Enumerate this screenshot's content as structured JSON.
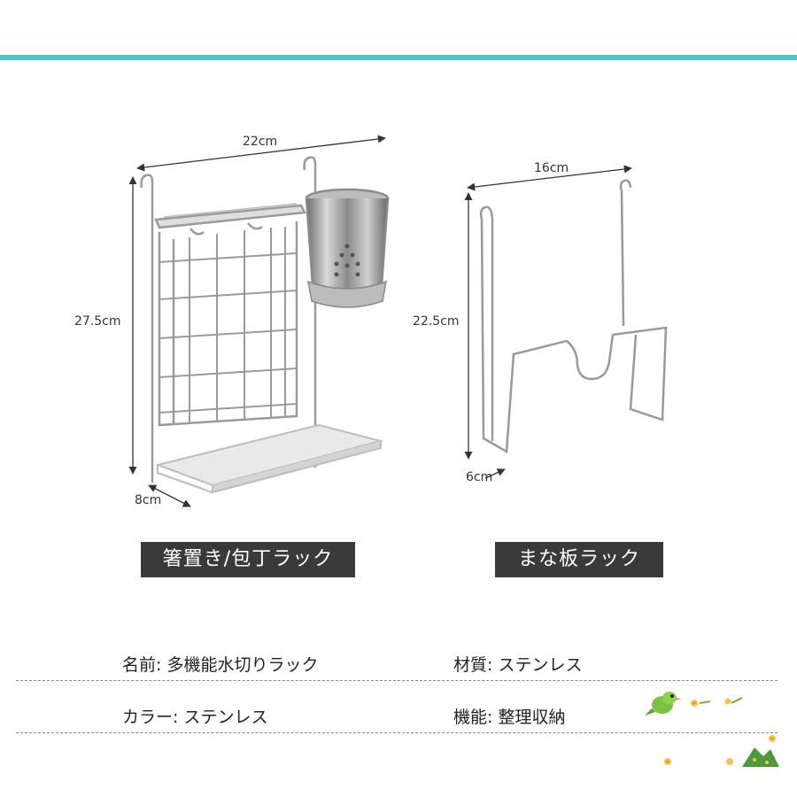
{
  "colors": {
    "accent_bar": "#4fc1cc",
    "label_bg": "#3a3a3a",
    "metal": "#9a9a9a"
  },
  "left_product": {
    "width": "22cm",
    "height": "27.5cm",
    "depth": "8cm",
    "label": "箸置き/包丁ラック"
  },
  "right_product": {
    "width": "16cm",
    "height": "22.5cm",
    "depth": "6cm",
    "label": "まな板ラック"
  },
  "specs": {
    "name": "名前: 多機能水切りラック",
    "material": "材質: ステンレス",
    "color": "カラー: ステンレス",
    "function": "機能: 整理収納"
  },
  "decoration": {
    "icon": "bird-flower-icon"
  }
}
